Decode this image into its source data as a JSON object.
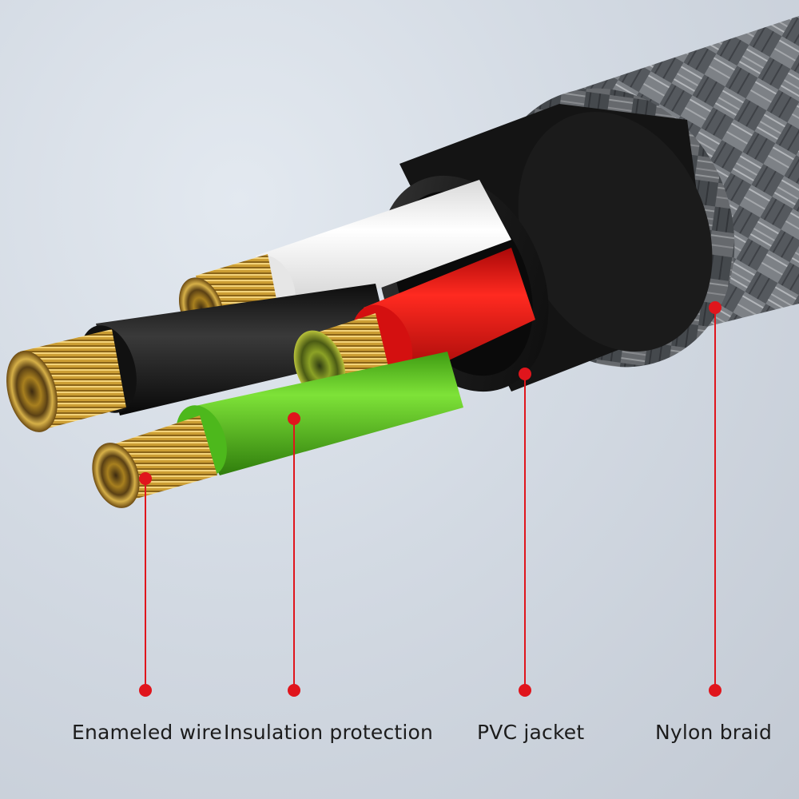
{
  "labels": {
    "enameled_wire": "Enameled wire",
    "insulation_protection": "Insulation protection",
    "pvc_jacket": "PVC jacket",
    "nylon_braid": "Nylon braid"
  },
  "colors": {
    "leader": "#e0151c",
    "copper": "#c9972c",
    "white_insulation": "#f4f4f4",
    "red_insulation": "#e41414",
    "green_insulation": "#58c821",
    "black_insulation": "#1c1c1c",
    "pvc_jacket": "#161616",
    "braid": "#5c5f63"
  }
}
